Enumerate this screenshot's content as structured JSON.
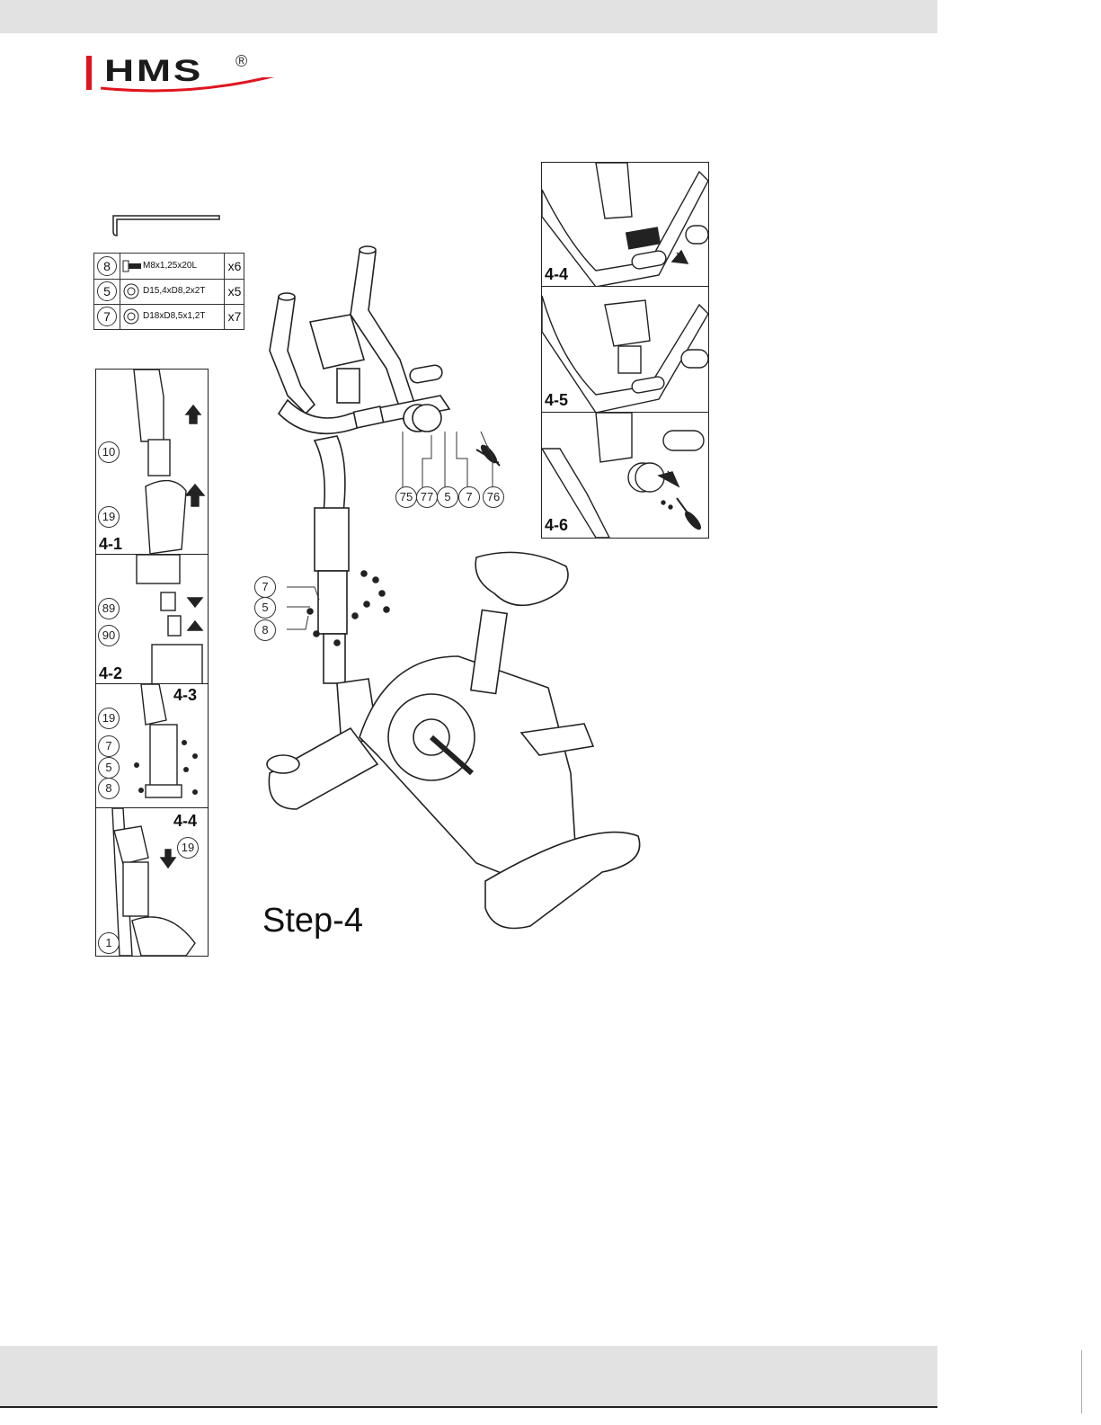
{
  "brand": {
    "name": "HMS",
    "registered": "®"
  },
  "step_title": "Step-4",
  "parts": [
    {
      "number": "8",
      "spec": "M8x1,25x20L",
      "qty": "x6",
      "icon": "bolt-icon"
    },
    {
      "number": "5",
      "spec": "D15,4xD8,2x2T",
      "qty": "x5",
      "icon": "spring-washer-icon"
    },
    {
      "number": "7",
      "spec": "D18xD8,5x1,2T",
      "qty": "x7",
      "icon": "flat-washer-icon"
    }
  ],
  "main_callouts": {
    "handlebar_parts": [
      "75",
      "77",
      "5",
      "7",
      "76"
    ],
    "post_parts": [
      "7",
      "5",
      "8"
    ]
  },
  "panels": {
    "p41": {
      "tag": "4-1",
      "callouts": [
        "10",
        "19"
      ]
    },
    "p42": {
      "tag": "4-2",
      "callouts": [
        "89",
        "90"
      ]
    },
    "p43": {
      "tag": "4-3",
      "callouts": [
        "19",
        "7",
        "5",
        "8"
      ]
    },
    "p44": {
      "tag": "4-4",
      "callouts": [
        "19",
        "1"
      ]
    },
    "r44": {
      "tag": "4-4"
    },
    "r45": {
      "tag": "4-5"
    },
    "r46": {
      "tag": "4-6"
    }
  }
}
